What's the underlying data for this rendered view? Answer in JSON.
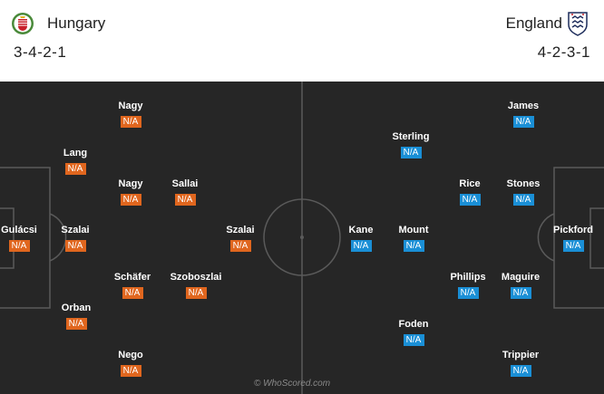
{
  "home": {
    "name": "Hungary",
    "formation": "3-4-2-1",
    "crest_icon": "hungary-crest-icon",
    "color": "#e0661e",
    "players": [
      {
        "id": "gulacsi",
        "name": "Gulácsi",
        "rating": "N/A"
      },
      {
        "id": "szalai-def",
        "name": "Szalai",
        "rating": "N/A"
      },
      {
        "id": "lang",
        "name": "Lang",
        "rating": "N/A"
      },
      {
        "id": "orban",
        "name": "Orban",
        "rating": "N/A"
      },
      {
        "id": "nagy-top",
        "name": "Nagy",
        "rating": "N/A"
      },
      {
        "id": "nagy-mid",
        "name": "Nagy",
        "rating": "N/A"
      },
      {
        "id": "schafer",
        "name": "Schäfer",
        "rating": "N/A"
      },
      {
        "id": "nego",
        "name": "Nego",
        "rating": "N/A"
      },
      {
        "id": "sallai",
        "name": "Sallai",
        "rating": "N/A"
      },
      {
        "id": "szoboszlai",
        "name": "Szoboszlai",
        "rating": "N/A"
      },
      {
        "id": "szalai-fwd",
        "name": "Szalai",
        "rating": "N/A"
      }
    ]
  },
  "away": {
    "name": "England",
    "formation": "4-2-3-1",
    "crest_icon": "england-crest-icon",
    "color": "#1a8fd6",
    "players": [
      {
        "id": "pickford",
        "name": "Pickford",
        "rating": "N/A"
      },
      {
        "id": "james",
        "name": "James",
        "rating": "N/A"
      },
      {
        "id": "stones",
        "name": "Stones",
        "rating": "N/A"
      },
      {
        "id": "maguire",
        "name": "Maguire",
        "rating": "N/A"
      },
      {
        "id": "trippier",
        "name": "Trippier",
        "rating": "N/A"
      },
      {
        "id": "rice",
        "name": "Rice",
        "rating": "N/A"
      },
      {
        "id": "phillips",
        "name": "Phillips",
        "rating": "N/A"
      },
      {
        "id": "sterling",
        "name": "Sterling",
        "rating": "N/A"
      },
      {
        "id": "mount",
        "name": "Mount",
        "rating": "N/A"
      },
      {
        "id": "foden",
        "name": "Foden",
        "rating": "N/A"
      },
      {
        "id": "kane",
        "name": "Kane",
        "rating": "N/A"
      }
    ]
  },
  "watermark": "© WhoScored.com"
}
